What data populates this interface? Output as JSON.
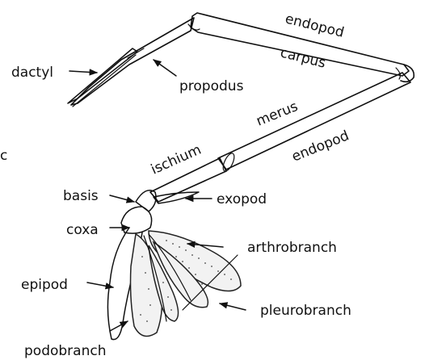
{
  "figure": {
    "panel_letter": "c",
    "labels": {
      "endopod_top": "endopod",
      "carpus": "carpus",
      "dactyl": "dactyl",
      "propodus": "propodus",
      "merus": "merus",
      "endopod_mid": "endopod",
      "ischium": "ischium",
      "basis": "basis",
      "exopod": "exopod",
      "coxa": "coxa",
      "arthrobranch": "arthrobranch",
      "epipod": "epipod",
      "pleurobranch": "pleurobranch",
      "podobranch": "podobranch"
    }
  }
}
